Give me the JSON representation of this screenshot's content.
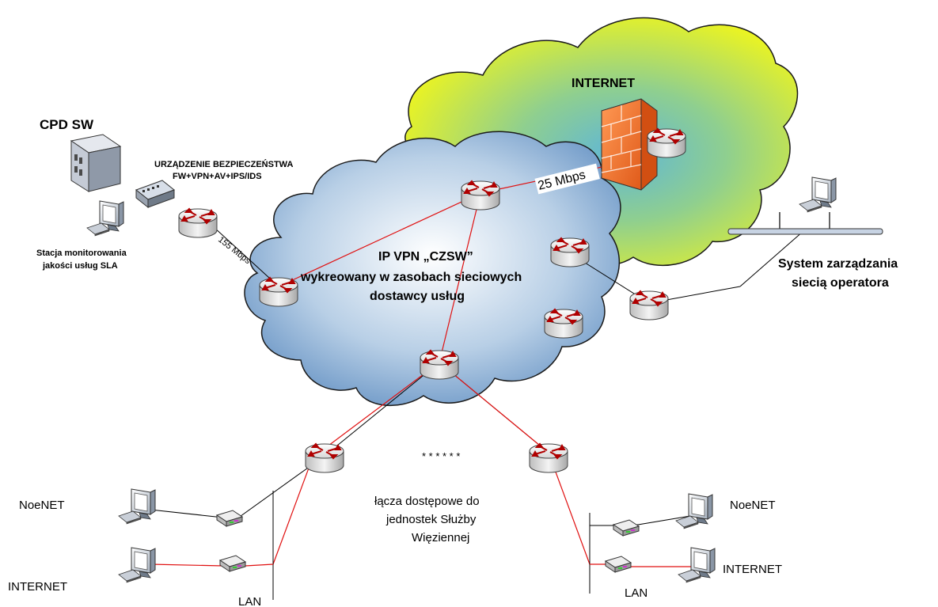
{
  "labels": {
    "cpd": "CPD SW",
    "security_device_line1": "URZĄDZENIE BEZPIECZEŃSTWA",
    "security_device_line2": "FW+VPN+AV+IPS/IDS",
    "monitoring_line1": "Stacja monitorowania",
    "monitoring_line2": "jakości usług SLA",
    "link_155": "155 Mbps",
    "link_25": "25 Mbps",
    "internet_cloud": "INTERNET",
    "vpn_line1": "IP VPN „CZSW”",
    "vpn_line2": "wykreowany w zasobach sieciowych",
    "vpn_line3": "dostawcy usług",
    "nms_line1": "System zarządzania",
    "nms_line2": "siecią operatora",
    "asterisks": "* * * * * *",
    "access_line1": "łącza dostępowe do",
    "access_line2": "jednostek Służby",
    "access_line3": "Więziennej",
    "left_noenet": "NoeNET",
    "left_internet": "INTERNET",
    "left_lan": "LAN",
    "right_noenet": "NoeNET",
    "right_internet": "INTERNET",
    "right_lan": "LAN"
  },
  "colors": {
    "cloud_blue": "#8fb3d6",
    "cloud_internet_yellow": "#e8f02a",
    "cloud_internet_green": "#7cbf7a",
    "link_red": "#e01010",
    "link_black": "#000000",
    "router_body": "#e8e8e8",
    "router_arrow": "#c00000",
    "firewall": "#f07030"
  }
}
